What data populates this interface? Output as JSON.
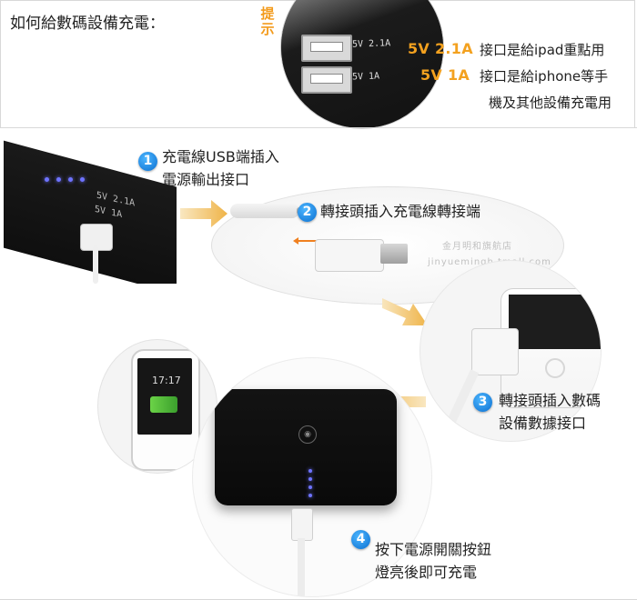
{
  "top": {
    "title": "如何給數碼設備充電：",
    "tip_label": "提示",
    "port_labels": [
      "5V 2.1A",
      "5V 1A"
    ]
  },
  "ratings": [
    {
      "rate": "5V 2.1A",
      "desc": "接口是給ipad重點用"
    },
    {
      "rate": "5V 1A",
      "desc": "接口是給iphone等手"
    },
    {
      "rate": "",
      "desc": "機及其他設備充電用"
    }
  ],
  "steps": [
    {
      "num": "1",
      "line1": "充電線USB端插入",
      "line2": "電源輸出接口"
    },
    {
      "num": "2",
      "line1": "轉接頭插入充電線轉接端",
      "line2": ""
    },
    {
      "num": "3",
      "line1": "轉接頭插入數碼",
      "line2": "設備數據接口"
    },
    {
      "num": "4",
      "line1": "按下電源開關按鈕",
      "line2": "燈亮後即可充電"
    }
  ],
  "battery_ports": [
    "5V 2.1A",
    "5V 1A"
  ],
  "phone_time": "17:17",
  "watermark": [
    "金月明和旗航店",
    "jinyuemingh.tmall.com"
  ],
  "colors": {
    "accent_orange": "#f3a11f",
    "step_blue": "#0b6fd0",
    "led_blue": "#6e73ff"
  }
}
